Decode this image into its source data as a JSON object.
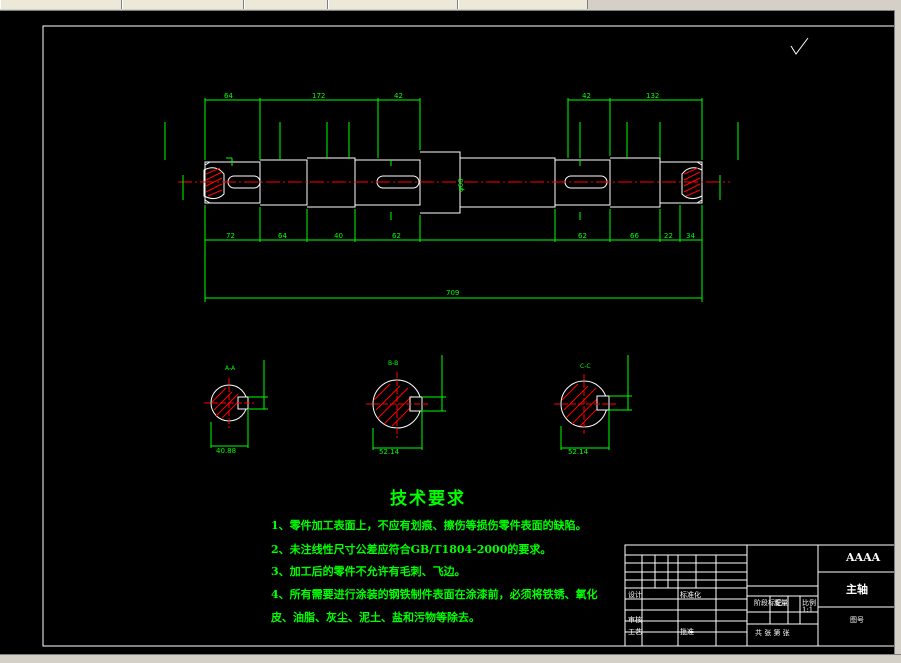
{
  "drawing": {
    "dimensions": {
      "d64": "64",
      "d172": "172",
      "d42a": "42",
      "d42b": "42",
      "d132": "132",
      "b72": "72",
      "b64": "64",
      "b40": "40",
      "b62a": "62",
      "b62b": "62",
      "b66": "66",
      "b22": "22",
      "b34": "34",
      "total": "709",
      "mid_dia": "φ60"
    }
  },
  "sections": [
    {
      "label": "A-A",
      "width_dim": "40.88"
    },
    {
      "label": "B-B",
      "width_dim": "52.14"
    },
    {
      "label": "C-C",
      "width_dim": "52.14"
    }
  ],
  "tech_requirements": {
    "title": "技术要求",
    "items": [
      "1、零件加工表面上，不应有划痕、擦伤等损伤零件表面的缺陷。",
      "2、未注线性尺寸公差应符合GB/T1804-2000的要求。",
      "3、加工后的零件不允许有毛刺、飞边。",
      "4、所有需要进行涂装的钢铁制件表面在涂漆前，必须将铁锈、氧化",
      "皮、油脂、灰尘、泥土、盐和污物等除去。"
    ]
  },
  "title_block": {
    "company": "AAAA",
    "part_name": "主轴",
    "drawing_no_label": "图号",
    "scale": "1:1",
    "sheet_info": "共 张 第 张",
    "design": "设计",
    "review": "审核",
    "process": "工艺",
    "approve": "批准",
    "standardize": "标准化",
    "stage_label": "阶段标记",
    "weight_label": "重量",
    "scale_label": "比例"
  },
  "colors": {
    "background": "#000000",
    "outline": "#ffffff",
    "dimension": "#00ff00",
    "centerline": "#ff0000",
    "hatch": "#ff0000"
  }
}
